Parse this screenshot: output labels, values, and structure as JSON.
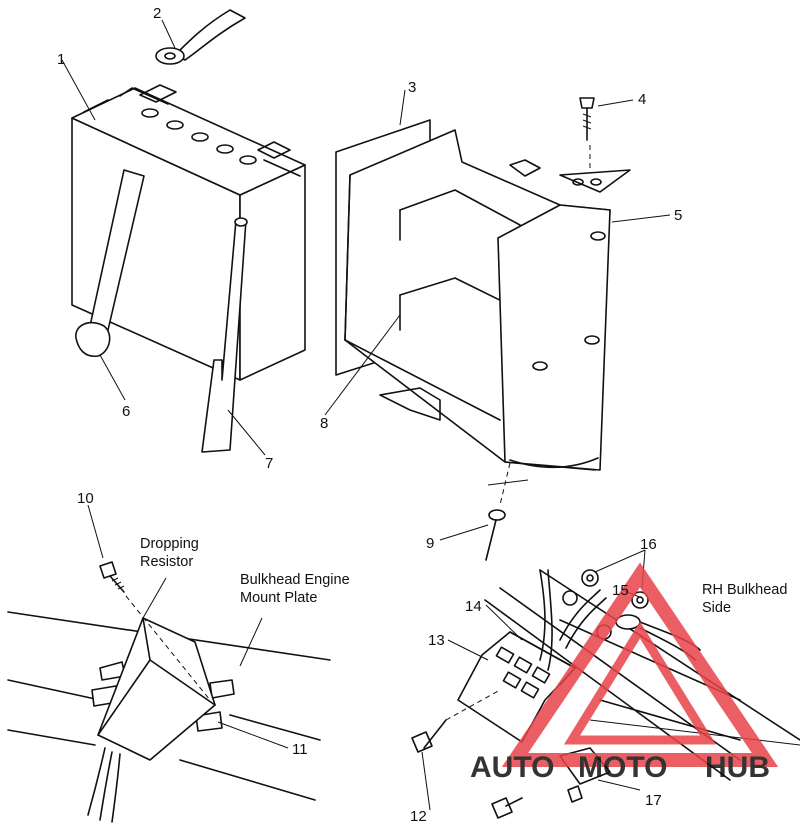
{
  "callouts": {
    "n1": "1",
    "n2": "2",
    "n3": "3",
    "n4": "4",
    "n5": "5",
    "n6": "6",
    "n7": "7",
    "n8": "8",
    "n9": "9",
    "n10": "10",
    "n11": "11",
    "n12": "12",
    "n13": "13",
    "n14": "14",
    "n15": "15",
    "n16": "16",
    "n17": "17"
  },
  "labels": {
    "dropping_resistor": [
      "Dropping",
      "Resistor"
    ],
    "bulkhead_plate": [
      "Bulkhead Engine",
      "Mount Plate"
    ],
    "rh_bulkhead": [
      "RH Bulkhead",
      "Side"
    ]
  },
  "watermark": {
    "text_left": "AUTO",
    "text_mid": "MOTO",
    "text_right": "HUB",
    "color_accent": "#e8444a",
    "color_orange": "#f4b860",
    "color_grey": "#8c8c8c"
  }
}
